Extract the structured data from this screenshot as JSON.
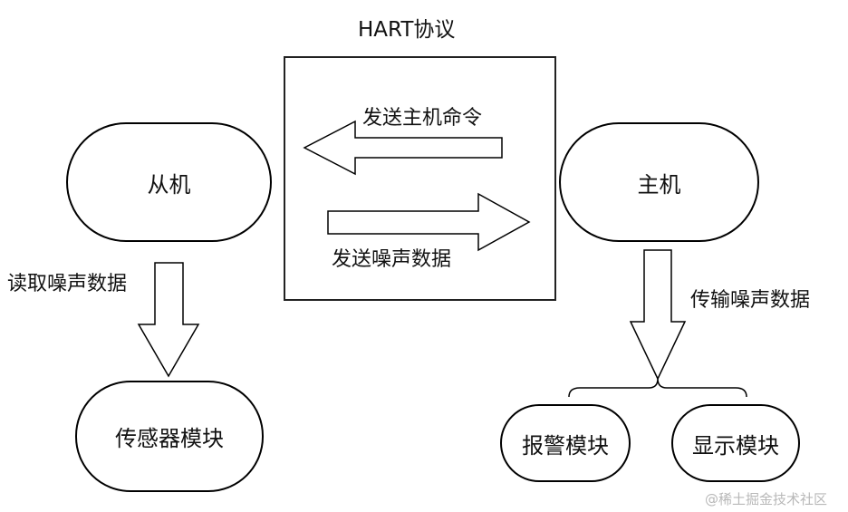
{
  "diagram": {
    "title": "HART协议",
    "nodes": {
      "slave": "从机",
      "host": "主机",
      "sensor_module": "传感器模块",
      "alarm_module": "报警模块",
      "display_module": "显示模块"
    },
    "edges": {
      "host_to_slave": "发送主机命令",
      "slave_to_host": "发送噪声数据",
      "sensor_read": "读取噪声数据",
      "host_transmit": "传输噪声数据"
    }
  },
  "watermark": "@稀土掘金技术社区"
}
